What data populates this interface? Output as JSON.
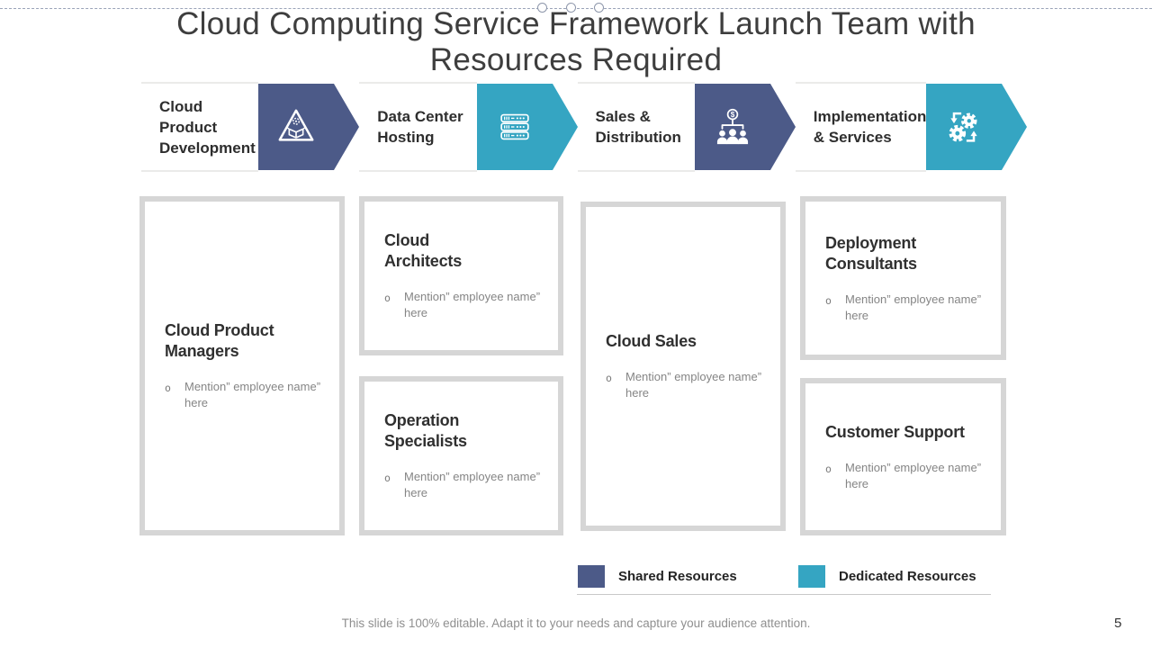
{
  "slide": {
    "title_line1": "Cloud Computing Service Framework Launch Team with",
    "title_line2": "Resources Required",
    "footer": "This slide is 100% editable. Adapt it to your needs and capture your audience attention.",
    "page_number": "5"
  },
  "ui": {
    "bullet_marker": "o"
  },
  "colors": {
    "shared": "#4c5a88",
    "dedicated": "#35a5c2"
  },
  "stages": [
    {
      "label": "Cloud Product\nDevelopment",
      "icon": "product-development-icon",
      "resource_type": "shared",
      "color": "#4c5a88"
    },
    {
      "label": "Data Center\nHosting",
      "icon": "server-rack-icon",
      "resource_type": "dedicated",
      "color": "#35a5c2"
    },
    {
      "label": "Sales &\nDistribution",
      "icon": "sales-distribution-icon",
      "resource_type": "shared",
      "color": "#4c5a88"
    },
    {
      "label": "Implementation\n& Services",
      "icon": "gears-process-icon",
      "resource_type": "dedicated",
      "color": "#35a5c2"
    }
  ],
  "teams": [
    {
      "title": "Cloud Product\nManagers",
      "bullet": "Mention” employee name” here"
    },
    {
      "title": "Cloud\nArchitects",
      "bullet": "Mention” employee name” here"
    },
    {
      "title": "Operation\nSpecialists",
      "bullet": "Mention” employee name” here"
    },
    {
      "title": "Cloud Sales",
      "bullet": "Mention” employee name” here"
    },
    {
      "title": "Deployment\nConsultants",
      "bullet": "Mention” employee name” here"
    },
    {
      "title": "Customer Support",
      "bullet": "Mention” employee name” here"
    }
  ],
  "legend": [
    {
      "label": "Shared Resources",
      "color": "#4c5a88"
    },
    {
      "label": "Dedicated Resources",
      "color": "#35a5c2"
    }
  ]
}
